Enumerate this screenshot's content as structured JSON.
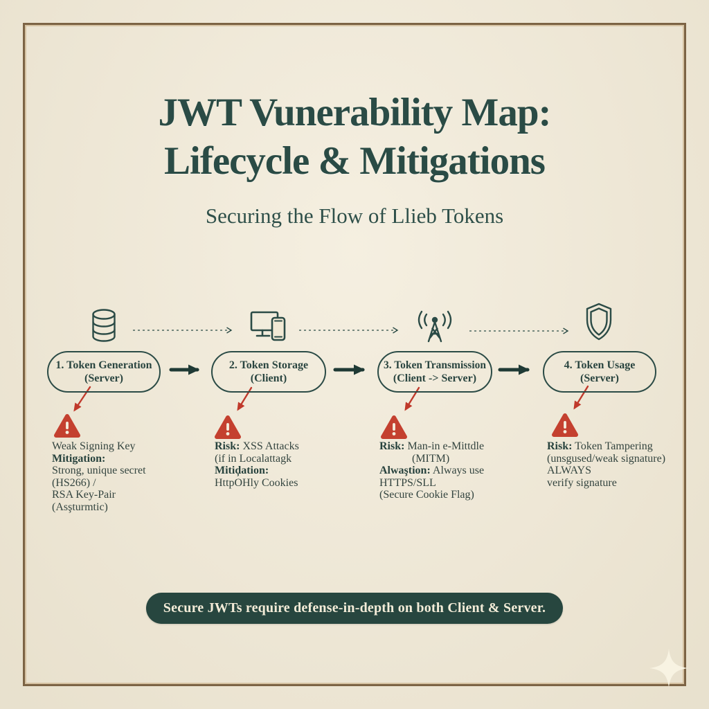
{
  "header": {
    "title_line1": "JWT Vunerability Map:",
    "title_line2": "Lifecycle & Mitigations",
    "subtitle": "Securing the Flow of Llieb Tokens"
  },
  "steps": [
    {
      "icon": "database-icon",
      "box_line1": "1. Token Generation",
      "box_line2": "(Server)",
      "risk_bold": "",
      "risk_text": "Weak Signing Key",
      "risk_line2": "",
      "mit_bold": "Mitigation:",
      "mit_inline": "",
      "mit_lines": [
        "Strong, unique secret (HS266) /",
        "RSA Key-Pair (Asşturmtic)"
      ]
    },
    {
      "icon": "devices-icon",
      "box_line1": "2. Token Storage",
      "box_line2": "(Client)",
      "risk_bold": "Risk:",
      "risk_text": " XSS Attacks",
      "risk_line2": "(if in Localattagk",
      "mit_bold": "Mitiḑation:",
      "mit_inline": "",
      "mit_lines": [
        "HttpOHly Cookies"
      ]
    },
    {
      "icon": "antenna-icon",
      "box_line1": "3. Token Transmission",
      "box_line2": "(Client -> Server)",
      "risk_bold": "Risk:",
      "risk_text": " Man-in e-Mittdle",
      "risk_line2": "(MITM)",
      "mit_bold": "Alwaştion:",
      "mit_inline": " Always use",
      "mit_lines": [
        "HTTPS/SLL",
        "(Secure Cookie Flag)"
      ]
    },
    {
      "icon": "shield-icon",
      "box_line1": "4. Token Usage",
      "box_line2": "(Server)",
      "risk_bold": "Risk:",
      "risk_text": " Token Tampering",
      "risk_line2": "(unsgused/weak signature)",
      "mit_bold": "",
      "mit_inline": "",
      "mit_lines": [
        "ALWAYS",
        "verify signature"
      ]
    }
  ],
  "banner_text": "Secure JWTs require defense-in-depth on both Client & Server.",
  "colors": {
    "background_cream": "#f1e9d5",
    "frame_brown": "#7c6344",
    "teal_dark": "#2b4b46",
    "warning_red": "#c13a2c",
    "banner_bg": "#27463f",
    "banner_text": "#f3ecd8"
  }
}
